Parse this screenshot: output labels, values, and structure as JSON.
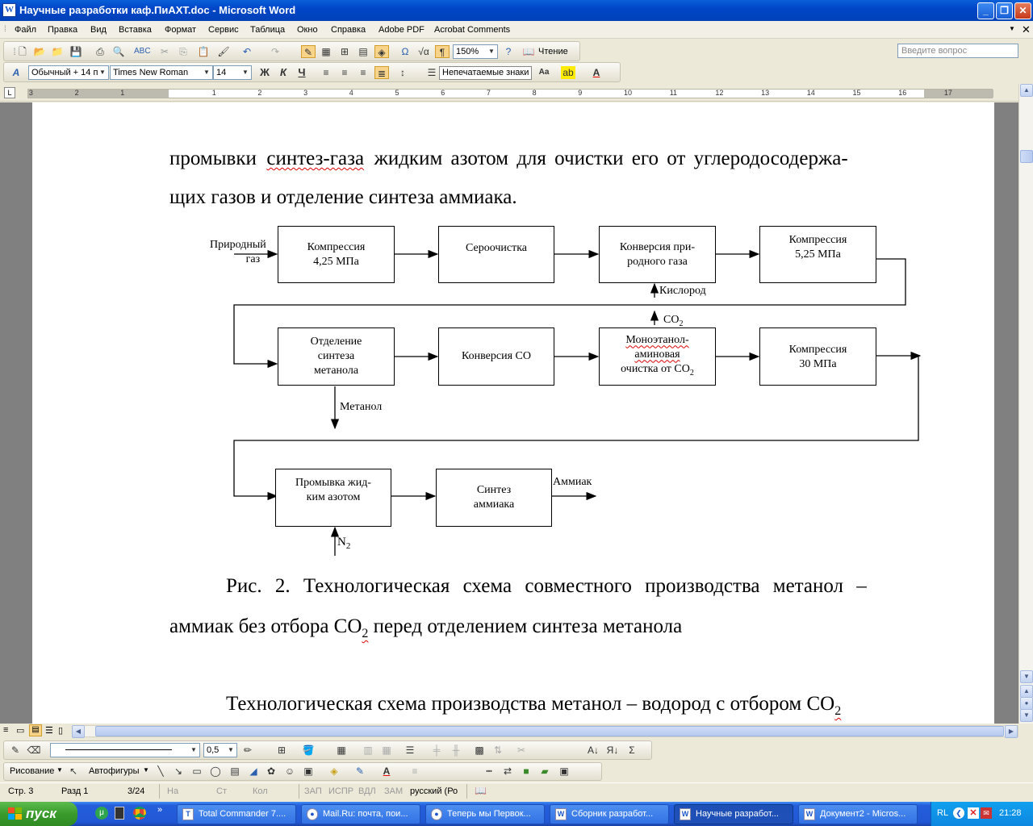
{
  "window": {
    "title": "Научные разработки каф.ПиАХТ.doc - Microsoft Word",
    "minimize": "_",
    "restore": "❐",
    "close": "✕"
  },
  "menu": {
    "items": [
      "Файл",
      "Правка",
      "Вид",
      "Вставка",
      "Формат",
      "Сервис",
      "Таблица",
      "Окно",
      "Справка",
      "Adobe PDF",
      "Acrobat Comments"
    ],
    "ask_placeholder": "Введите вопрос"
  },
  "standard_toolbar": {
    "zoom": "150%",
    "reading_label": "Чтение"
  },
  "format_toolbar": {
    "style": "Обычный + 14 п",
    "font": "Times New Roman",
    "size": "14",
    "bold": "Ж",
    "italic": "К",
    "underline": "Ч",
    "nonprinting": "Непечатаемые знаки"
  },
  "ruler": {
    "numbers": [
      "3",
      "2",
      "1",
      "1",
      "2",
      "3",
      "4",
      "5",
      "6",
      "7",
      "8",
      "9",
      "10",
      "11",
      "12",
      "13",
      "14",
      "15",
      "16",
      "17"
    ]
  },
  "document": {
    "para1_line1_a": "промывки",
    "para1_line1_b": "синтез-газа",
    "para1_line1_c": "жидким азотом для очистки его от углеродосодержа-",
    "para1_line2": "щих газов и отделение синтеза аммиака.",
    "diagram": {
      "input_label": "Природный газ",
      "input_line1": "Природный",
      "input_line2": "газ",
      "row1": [
        {
          "line1": "Компрессия",
          "line2": "4,25 МПа"
        },
        {
          "line1": "Сероочистка",
          "line2": ""
        },
        {
          "line1": "Конверсия при-",
          "line2": "родного газа"
        },
        {
          "line1": "Компрессия",
          "line2": "5,25 МПа"
        }
      ],
      "oxygen_label": "Кислород",
      "co2_label": "CO",
      "co2_sub": "2",
      "row2": [
        {
          "line1": "Отделение",
          "line2": "синтеза",
          "line3": "метанола"
        },
        {
          "line1": "Конверсия СО",
          "line2": "",
          "line3": ""
        },
        {
          "line1": "Моноэтанол-",
          "line2": "аминовая",
          "line3": "очистка от СО"
        },
        {
          "line1": "Компрессия",
          "line2": "30 МПа",
          "line3": ""
        }
      ],
      "row2_box3_sub": "2",
      "methanol_label": "Метанол",
      "row3": [
        {
          "line1": "Промывка жид-",
          "line2": "ким азотом"
        },
        {
          "line1": "Синтез",
          "line2": "аммиака"
        }
      ],
      "ammonia_label": "Аммиак",
      "n2_label": "N",
      "n2_sub": "2"
    },
    "caption_line1": "Рис. 2. Технологическая схема совместного производства метанол –",
    "caption_line2_a": "аммиак без отбора СО",
    "caption_line2_sub": "2",
    "caption_line2_b": " перед отделением синтеза метанола",
    "para2_line1_a": "Технологическая схема производства метанол – водород с отбором СО",
    "para2_line1_sub": "2"
  },
  "draw_toolbar": {
    "drawing": "Рисование",
    "autoshapes": "Автофигуры"
  },
  "tables_toolbar": {
    "line_width": "0,5"
  },
  "status": {
    "page": "Стр.  3",
    "section": "Разд  1",
    "pages": "3/24",
    "at": "На",
    "line": "Ст",
    "col": "Кол",
    "rec": "ЗАП",
    "trk": "ИСПР",
    "ext": "ВДЛ",
    "ovr": "ЗАМ",
    "lang": "русский (Ро"
  },
  "taskbar": {
    "start": "пуск",
    "tasks": [
      {
        "label": "Total Commander 7....",
        "active": false
      },
      {
        "label": "Mail.Ru: почта, пои...",
        "active": false
      },
      {
        "label": "Теперь мы Первок...",
        "active": false
      },
      {
        "label": "Сборник разработ...",
        "active": false
      },
      {
        "label": "Научные разработ...",
        "active": true
      },
      {
        "label": "Документ2 - Micros...",
        "active": false
      }
    ],
    "lang": "RL",
    "clock": "21:28"
  }
}
